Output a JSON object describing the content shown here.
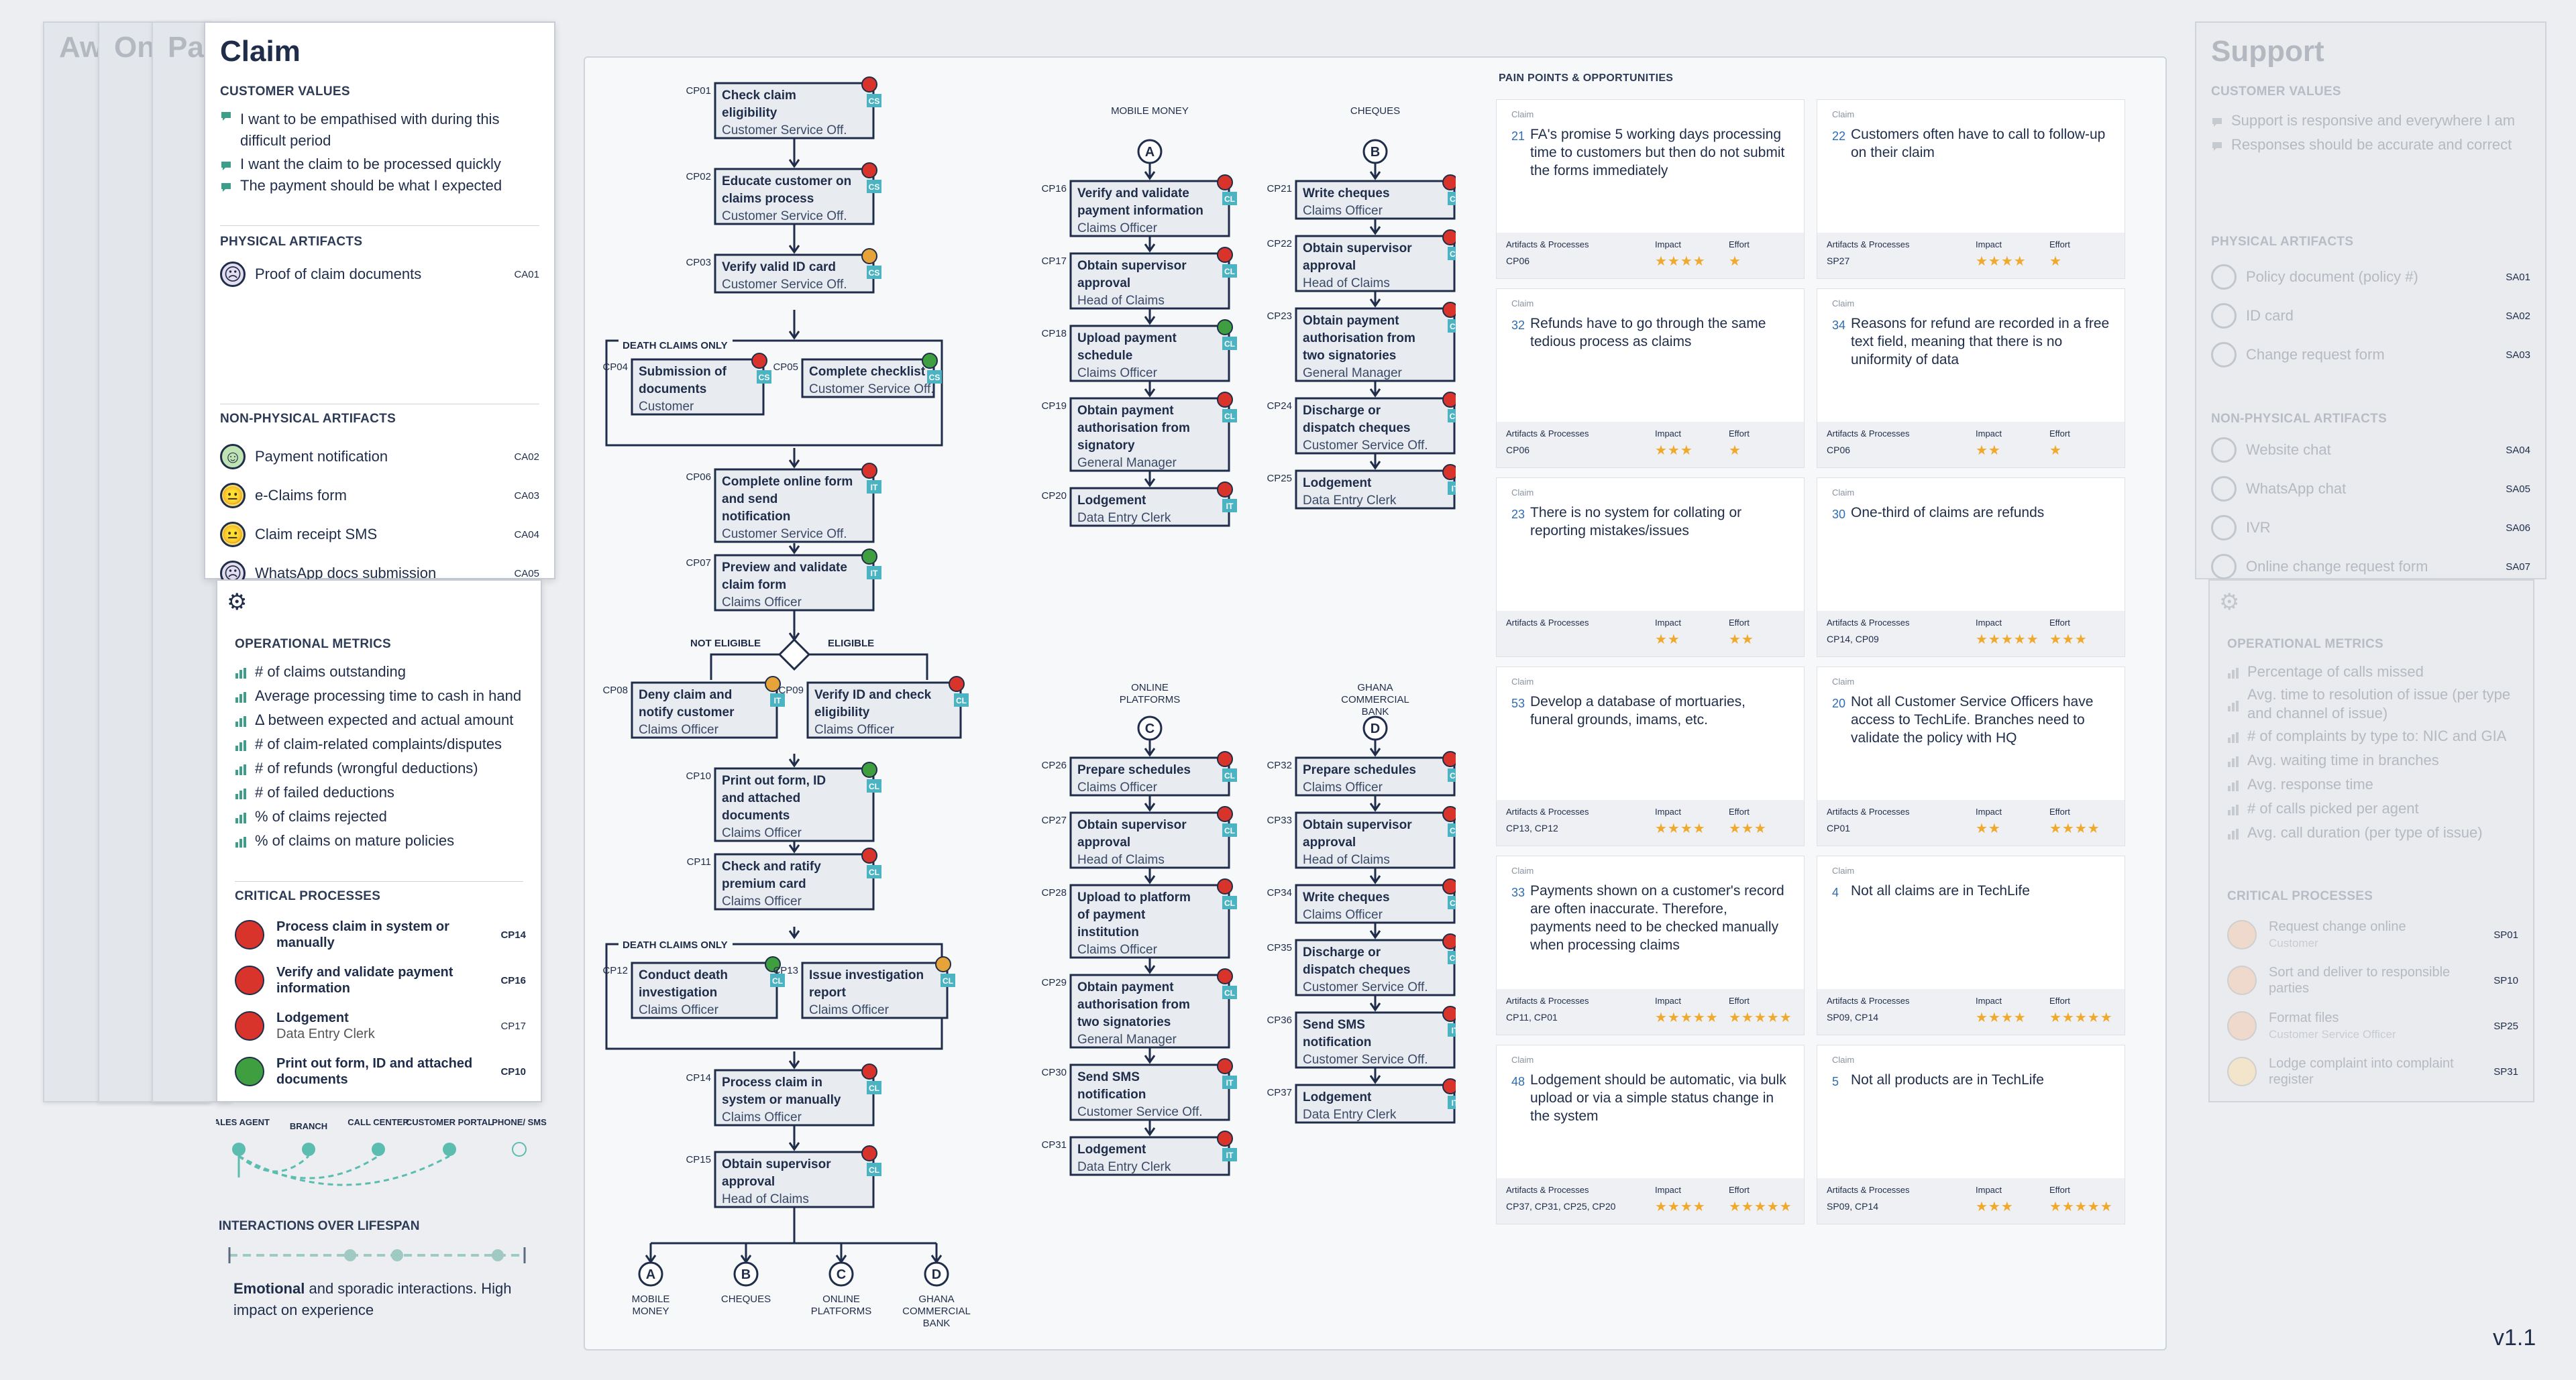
{
  "ghost_tabs": [
    {
      "title": "Aw"
    },
    {
      "title": "On"
    },
    {
      "title": "Pa"
    }
  ],
  "left_card": {
    "title": "Claim",
    "customer_values_heading": "CUSTOMER VALUES",
    "customer_values": [
      "I want to be empathised with during this difficult period",
      "I want the claim to be processed quickly",
      "The payment should be what I expected"
    ],
    "physical_heading": "PHYSICAL ARTIFACTS",
    "physical": [
      {
        "label": "Proof of claim documents",
        "code": "CA01",
        "mood": "sad"
      }
    ],
    "nonphysical_heading": "NON-PHYSICAL ARTIFACTS",
    "nonphysical": [
      {
        "label": "Payment notification",
        "code": "CA02",
        "mood": "happy"
      },
      {
        "label": "e-Claims form",
        "code": "CA03",
        "mood": "neutral"
      },
      {
        "label": "Claim receipt SMS",
        "code": "CA04",
        "mood": "neutral"
      },
      {
        "label": "WhatsApp docs submission",
        "code": "CA05",
        "mood": "sad"
      }
    ],
    "metrics_heading": "OPERATIONAL METRICS",
    "metrics": [
      "# of claims outstanding",
      "Average processing time to cash in hand",
      "Δ between expected and actual amount",
      "# of claim-related complaints/disputes",
      "# of refunds (wrongful deductions)",
      "# of failed deductions",
      "% of claims rejected",
      "% of claims on mature policies"
    ],
    "critical_heading": "CRITICAL PROCESSES",
    "critical": [
      {
        "label": "Process claim in system or manually",
        "code": "CP14",
        "color": "#d9342b"
      },
      {
        "label": "Verify and validate payment information",
        "code": "CP16",
        "color": "#d9342b"
      },
      {
        "label": "Lodgement",
        "sub": "Data Entry Clerk",
        "code": "CP17",
        "color": "#d9342b"
      },
      {
        "label": "Print out form, ID and attached documents",
        "code": "CP10",
        "color": "#3f9e3f"
      }
    ],
    "channels": [
      "SALES AGENT",
      "BRANCH",
      "CALL CENTER",
      "CUSTOMER PORTAL",
      "PHONE/ SMS"
    ],
    "lifespan_heading": "INTERACTIONS OVER LIFESPAN",
    "emotional_bold": "Emotional",
    "emotional_rest": "and sporadic interactions. High impact on experience"
  },
  "flow": {
    "col1": [
      {
        "code": "CP01",
        "title": "Check claim eligibility",
        "role": "Customer Service Off.",
        "status": "#d9342b",
        "tag": "CS"
      },
      {
        "code": "CP02",
        "title": "Educate customer on claims process",
        "role": "Customer Service Off.",
        "status": "#d9342b",
        "tag": "CS"
      },
      {
        "code": "CP03",
        "title": "Verify valid ID card",
        "role": "Customer Service Off.",
        "status": "#e7a23a",
        "tag": "CS"
      },
      {
        "code": "CP04",
        "title": "Submission of documents",
        "role": "Customer",
        "status": "#d9342b",
        "tag": "CS"
      },
      {
        "code": "CP05",
        "title": "Complete checklist",
        "role": "Customer Service Off.",
        "status": "#3f9e3f",
        "tag": "CS"
      },
      {
        "code": "CP06",
        "title": "Complete online form and send notification",
        "role": "Customer Service Off.",
        "status": "#d9342b",
        "tag": "IT"
      },
      {
        "code": "CP07",
        "title": "Preview and validate claim form",
        "role": "Claims Officer",
        "status": "#3f9e3f",
        "tag": "IT"
      },
      {
        "code": "CP08",
        "title": "Deny claim and notify customer",
        "role": "Claims Officer",
        "status": "#e7a23a",
        "tag": "IT"
      },
      {
        "code": "CP09",
        "title": "Verify ID and check eligibility",
        "role": "Claims Officer",
        "status": "#d9342b",
        "tag": "CL"
      },
      {
        "code": "CP10",
        "title": "Print out form, ID and attached documents",
        "role": "Claims Officer",
        "status": "#3f9e3f",
        "tag": "CL"
      },
      {
        "code": "CP11",
        "title": "Check and ratify premium card",
        "role": "Claims Officer",
        "status": "#d9342b",
        "tag": "CL"
      },
      {
        "code": "CP12",
        "title": "Conduct death investigation",
        "role": "Claims Officer",
        "status": "#3f9e3f",
        "tag": "CL"
      },
      {
        "code": "CP13",
        "title": "Issue investigation report",
        "role": "Claims Officer",
        "status": "#e7a23a",
        "tag": "CL"
      },
      {
        "code": "CP14",
        "title": "Process claim in system or manually",
        "role": "Claims Officer",
        "status": "#d9342b",
        "tag": "CL"
      },
      {
        "code": "CP15",
        "title": "Obtain supervisor approval",
        "role": "Head of Claims",
        "status": "#d9342b",
        "tag": "CL"
      }
    ],
    "death_claims_label": "DEATH CLAIMS ONLY",
    "not_eligible": "NOT ELIGIBLE",
    "eligible": "ELIGIBLE",
    "col2": [
      {
        "code": "CP16",
        "title": "Verify and validate payment information",
        "role": "Claims Officer",
        "status": "#d9342b",
        "tag": "CL"
      },
      {
        "code": "CP17",
        "title": "Obtain supervisor approval",
        "role": "Head of Claims",
        "status": "#d9342b",
        "tag": "CL"
      },
      {
        "code": "CP18",
        "title": "Upload payment schedule",
        "role": "Claims Officer",
        "status": "#3f9e3f",
        "tag": "CL"
      },
      {
        "code": "CP19",
        "title": "Obtain payment authorisation from signatory",
        "role": "General Manager",
        "status": "#d9342b",
        "tag": "CL"
      },
      {
        "code": "CP20",
        "title": "Lodgement",
        "role": "Data Entry Clerk",
        "status": "#d9342b",
        "tag": "IT"
      },
      {
        "code": "CP26",
        "title": "Prepare schedules",
        "role": "Claims Officer",
        "status": "#d9342b",
        "tag": "CL"
      },
      {
        "code": "CP27",
        "title": "Obtain supervisor approval",
        "role": "Head of Claims",
        "status": "#d9342b",
        "tag": "CL"
      },
      {
        "code": "CP28",
        "title": "Upload to platform of payment institution",
        "role": "Claims Officer",
        "status": "#d9342b",
        "tag": "CL"
      },
      {
        "code": "CP29",
        "title": "Obtain payment authorisation from two signatories",
        "role": "General Manager",
        "status": "#d9342b",
        "tag": "CL"
      },
      {
        "code": "CP30",
        "title": "Send SMS notification",
        "role": "Customer Service Off.",
        "status": "#d9342b",
        "tag": "IT"
      },
      {
        "code": "CP31",
        "title": "Lodgement",
        "role": "Data Entry Clerk",
        "status": "#d9342b",
        "tag": "IT"
      }
    ],
    "col3": [
      {
        "code": "CP21",
        "title": "Write cheques",
        "role": "Claims Officer",
        "status": "#d9342b",
        "tag": "CL"
      },
      {
        "code": "CP22",
        "title": "Obtain supervisor approval",
        "role": "Head of Claims",
        "status": "#d9342b",
        "tag": "CL"
      },
      {
        "code": "CP23",
        "title": "Obtain payment authorisation from two signatories",
        "role": "General Manager",
        "status": "#d9342b",
        "tag": "CL"
      },
      {
        "code": "CP24",
        "title": "Discharge or dispatch cheques",
        "role": "Customer Service Off.",
        "status": "#d9342b",
        "tag": "CS"
      },
      {
        "code": "CP25",
        "title": "Lodgement",
        "role": "Data Entry Clerk",
        "status": "#d9342b",
        "tag": "IT"
      },
      {
        "code": "CP32",
        "title": "Prepare schedules",
        "role": "Claims Officer",
        "status": "#d9342b",
        "tag": "CL"
      },
      {
        "code": "CP33",
        "title": "Obtain supervisor approval",
        "role": "Head of Claims",
        "status": "#d9342b",
        "tag": "CL"
      },
      {
        "code": "CP34",
        "title": "Write cheques",
        "role": "Claims Officer",
        "status": "#d9342b",
        "tag": "CL"
      },
      {
        "code": "CP35",
        "title": "Discharge or dispatch cheques",
        "role": "Customer Service Off.",
        "status": "#d9342b",
        "tag": "CS"
      },
      {
        "code": "CP36",
        "title": "Send SMS notification",
        "role": "Customer Service Off.",
        "status": "#d9342b",
        "tag": "IT"
      },
      {
        "code": "CP37",
        "title": "Lodgement",
        "role": "Data Entry Clerk",
        "status": "#d9342b",
        "tag": "IT"
      }
    ],
    "connectors": [
      {
        "letter": "A",
        "label": "MOBILE MONEY"
      },
      {
        "letter": "B",
        "label": "CHEQUES"
      },
      {
        "letter": "C",
        "label": "ONLINE PLATFORMS"
      },
      {
        "letter": "D",
        "label": "GHANA COMMERCIAL BANK"
      }
    ]
  },
  "pain_points": {
    "heading": "PAIN POINTS & OPPORTUNITIES",
    "type_label": "Claim",
    "artifacts_label": "Artifacts & Processes",
    "impact_label": "Impact",
    "effort_label": "Effort",
    "cards": [
      {
        "num": "21",
        "text": "FA's promise 5 working days processing time to customers but then do not submit the forms immediately",
        "ap": "CP06",
        "impact": 4,
        "effort": 1
      },
      {
        "num": "22",
        "text": "Customers often have to call to follow-up on their claim",
        "ap": "SP27",
        "impact": 4,
        "effort": 1
      },
      {
        "num": "32",
        "text": "Refunds have to go through the same tedious process as claims",
        "ap": "CP06",
        "impact": 3,
        "effort": 1
      },
      {
        "num": "34",
        "text": "Reasons for refund are recorded in a free text field, meaning that there is no uniformity of data",
        "ap": "CP06",
        "impact": 2,
        "effort": 1
      },
      {
        "num": "23",
        "text": "There is no system for collating or reporting mistakes/issues",
        "ap": "",
        "impact": 2,
        "effort": 2
      },
      {
        "num": "30",
        "text": "One-third of claims are refunds",
        "ap": "CP14, CP09",
        "impact": 5,
        "effort": 3
      },
      {
        "num": "53",
        "text": "Develop a database of mortuaries, funeral grounds, imams, etc.",
        "ap": "CP13, CP12",
        "impact": 4,
        "effort": 3
      },
      {
        "num": "20",
        "text": "Not all Customer Service Officers have access to TechLife. Branches need to validate the policy with HQ",
        "ap": "CP01",
        "impact": 2,
        "effort": 4
      },
      {
        "num": "33",
        "text": "Payments shown on a customer's record are often inaccurate. Therefore, payments need to be checked manually when processing claims",
        "ap": "CP11, CP01",
        "impact": 5,
        "effort": 5
      },
      {
        "num": "4",
        "text": "Not all claims are in TechLife",
        "ap": "SP09, CP14",
        "impact": 4,
        "effort": 5
      },
      {
        "num": "48",
        "text": "Lodgement should be automatic, via bulk upload or via a simple status change in the system",
        "ap": "CP37, CP31, CP25, CP20",
        "impact": 4,
        "effort": 5
      },
      {
        "num": "5",
        "text": "Not all products are in TechLife",
        "ap": "SP09, CP14",
        "impact": 3,
        "effort": 5
      }
    ]
  },
  "right_card": {
    "title": "Support",
    "customer_values_heading": "CUSTOMER VALUES",
    "customer_values": [
      "Support is responsive and everywhere I am",
      "Responses should be accurate and correct"
    ],
    "physical_heading": "PHYSICAL ARTIFACTS",
    "physical": [
      {
        "label": "Policy document (policy #)",
        "code": "SA01"
      },
      {
        "label": "ID card",
        "code": "SA02"
      },
      {
        "label": "Change request form",
        "code": "SA03"
      }
    ],
    "nonphysical_heading": "NON-PHYSICAL ARTIFACTS",
    "nonphysical": [
      {
        "label": "Website chat",
        "code": "SA04"
      },
      {
        "label": "WhatsApp chat",
        "code": "SA05"
      },
      {
        "label": "IVR",
        "code": "SA06"
      },
      {
        "label": "Online change request form",
        "code": "SA07"
      }
    ],
    "metrics_heading": "OPERATIONAL METRICS",
    "metrics": [
      "Percentage of calls missed",
      "Avg. time to resolution of issue (per type and channel of issue)",
      "# of complaints by type to: NIC and GIA",
      "Avg. waiting time in branches",
      "Avg. response time",
      "# of calls picked per agent",
      "Avg. call duration (per type of issue)"
    ],
    "critical_heading": "CRITICAL PROCESSES",
    "critical": [
      {
        "label": "Request change online",
        "sub": "Customer",
        "code": "SP01"
      },
      {
        "label": "Sort and deliver to responsible parties",
        "code": "SP10"
      },
      {
        "label": "Format files",
        "sub": "Customer Service Officer",
        "code": "SP25"
      },
      {
        "label": "Lodge complaint into complaint register",
        "code": "SP31"
      }
    ]
  },
  "version": "v1.1"
}
